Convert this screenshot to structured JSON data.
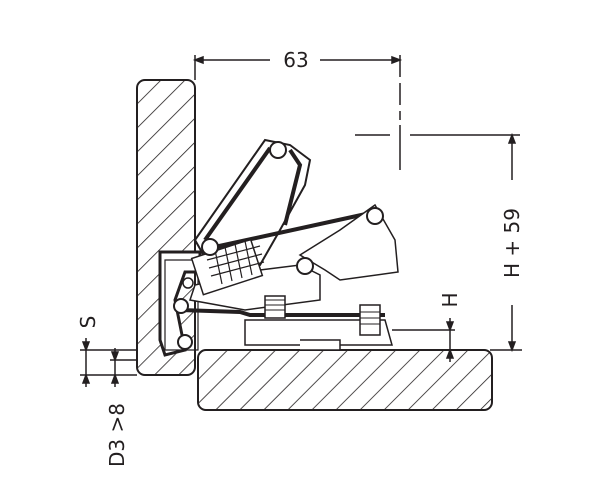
{
  "dimensions": {
    "width_63": "63",
    "height_h59": "H + 59",
    "height_h": "H",
    "overlay_s": "S",
    "drilling_d3": "D3 >8"
  },
  "colors": {
    "line": "#231f20",
    "background": "#ffffff"
  }
}
